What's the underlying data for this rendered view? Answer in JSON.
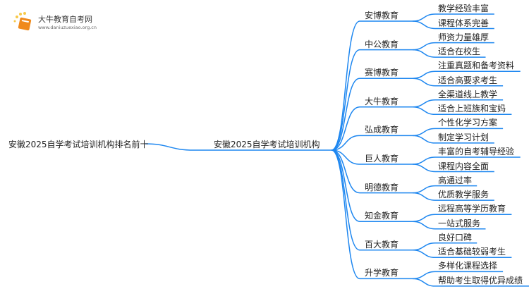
{
  "logo": {
    "title": "大牛教育自考网",
    "url": "www.daniuzuexiao.org.cn"
  },
  "root": "安徽2025自学考试培训机构排名前十",
  "center": "安徽2025自学考试培训机构",
  "line_color": "#1e87f0",
  "branches": [
    {
      "name": "安博教育",
      "leaves": [
        "教学经验丰富",
        "课程体系完善"
      ]
    },
    {
      "name": "中公教育",
      "leaves": [
        "师资力量雄厚",
        "适合在校生"
      ]
    },
    {
      "name": "赛博教育",
      "leaves": [
        "注重真题和备考资料",
        "适合高要求考生"
      ]
    },
    {
      "name": "大牛教育",
      "leaves": [
        "全渠道线上教学",
        "适合上班族和宝妈"
      ]
    },
    {
      "name": "弘成教育",
      "leaves": [
        "个性化学习方案",
        "制定学习计划"
      ]
    },
    {
      "name": "巨人教育",
      "leaves": [
        "丰富的自考辅导经验",
        "课程内容全面"
      ]
    },
    {
      "name": "明德教育",
      "leaves": [
        "高通过率",
        "优质教学服务"
      ]
    },
    {
      "name": "知金教育",
      "leaves": [
        "远程高等学历教育",
        "一站式服务"
      ]
    },
    {
      "name": "百大教育",
      "leaves": [
        "良好口碑",
        "适合基础较弱考生"
      ]
    },
    {
      "name": "升学教育",
      "leaves": [
        "多样化课程选择",
        "帮助考生取得优异成绩"
      ]
    }
  ]
}
